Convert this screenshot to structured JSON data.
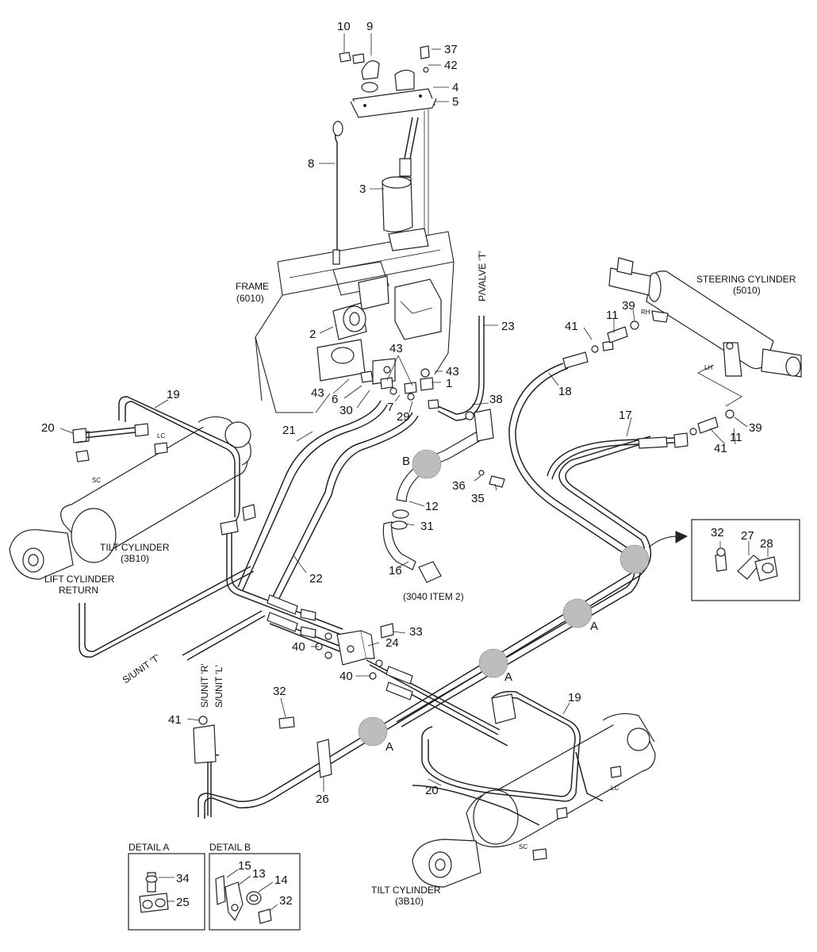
{
  "parts": {
    "p1": "1",
    "p2": "2",
    "p3": "3",
    "p4": "4",
    "p5": "5",
    "p6": "6",
    "p7": "7",
    "p8": "8",
    "p9": "9",
    "p10": "10",
    "p11": "11",
    "p11b": "11",
    "p12": "12",
    "p16": "16",
    "p17": "17",
    "p18": "18",
    "p19": "19",
    "p19b": "19",
    "p20": "20",
    "p20b": "20",
    "p21": "21",
    "p22": "22",
    "p23": "23",
    "p24": "24",
    "p26": "26",
    "p29": "29",
    "p30": "30",
    "p31": "31",
    "p32": "32",
    "p33": "33",
    "p35": "35",
    "p36": "36",
    "p37": "37",
    "p38": "38",
    "p39": "39",
    "p39b": "39",
    "p40": "40",
    "p40b": "40",
    "p41": "41",
    "p41b": "41",
    "p41c": "41",
    "p42": "42",
    "p43": "43",
    "p43b": "43",
    "p43c": "43",
    "inset32": "32",
    "inset27": "27",
    "inset28": "28",
    "detA34": "34",
    "detA25": "25",
    "detB15": "15",
    "detB13": "13",
    "detB14": "14",
    "detB32": "32"
  },
  "labels": {
    "frame": "FRAME",
    "frame_code": "(6010)",
    "steering": "STEERING CYLINDER",
    "steering_code": "(5010)",
    "tilt_left": "TILT CYLINDER",
    "tilt_left_code": "(3B10)",
    "tilt_right": "TILT CYLINDER",
    "tilt_right_code": "(3B10)",
    "lift_return_1": "LIFT CYLINDER",
    "lift_return_2": "RETURN",
    "item_ref": "(3040 ITEM 2)",
    "pvalve": "P/VALVE 'T'",
    "sunit_t": "S/UNIT 'T'",
    "sunit_r": "S/UNIT 'R'",
    "sunit_l": "S/UNIT 'L'",
    "rh": "RH",
    "lh": "LH",
    "lc": "LC",
    "sc": "SC",
    "ref_a1": "A",
    "ref_a2": "A",
    "ref_a3": "A",
    "ref_b": "B",
    "detail_a": "DETAIL A",
    "detail_b": "DETAIL B"
  }
}
